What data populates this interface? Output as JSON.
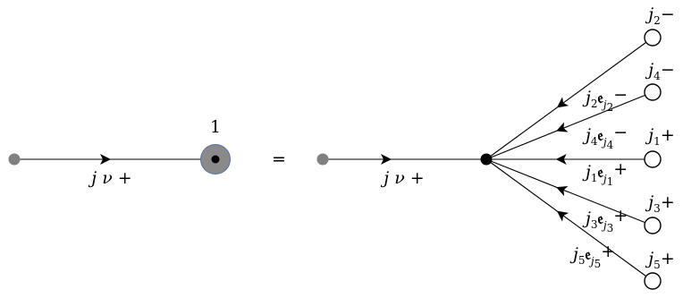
{
  "lhs": {
    "vertex_label": "1",
    "edge_label": "j ν +"
  },
  "equals": "=",
  "rhs": {
    "center_edge_label": "j ν +",
    "legs": [
      {
        "name": "j2",
        "end_label_j": "j",
        "end_label_i": "2",
        "end_label_sign": "−",
        "edge_label_j": "j",
        "edge_label_i": "2",
        "frak": "𝔢",
        "frak_sub": "j",
        "frak_sub_i": "2",
        "edge_sign": "−"
      },
      {
        "name": "j4",
        "end_label_j": "j",
        "end_label_i": "4",
        "end_label_sign": "−",
        "edge_label_j": "j",
        "edge_label_i": "4",
        "frak": "𝔢",
        "frak_sub": "j",
        "frak_sub_i": "4",
        "edge_sign": "−"
      },
      {
        "name": "j1",
        "end_label_j": "j",
        "end_label_i": "1",
        "end_label_sign": "+",
        "edge_label_j": "j",
        "edge_label_i": "1",
        "frak": "𝔢",
        "frak_sub": "j",
        "frak_sub_i": "1",
        "edge_sign": "+"
      },
      {
        "name": "j3",
        "end_label_j": "j",
        "end_label_i": "3",
        "end_label_sign": "+",
        "edge_label_j": "j",
        "edge_label_i": "3",
        "frak": "𝔢",
        "frak_sub": "j",
        "frak_sub_i": "3",
        "edge_sign": "+"
      },
      {
        "name": "j5",
        "end_label_j": "j",
        "end_label_i": "5",
        "end_label_sign": "+",
        "edge_label_j": "j",
        "edge_label_i": "5",
        "frak": "𝔢",
        "frak_sub": "j",
        "frak_sub_i": "5",
        "edge_sign": "+"
      }
    ]
  }
}
